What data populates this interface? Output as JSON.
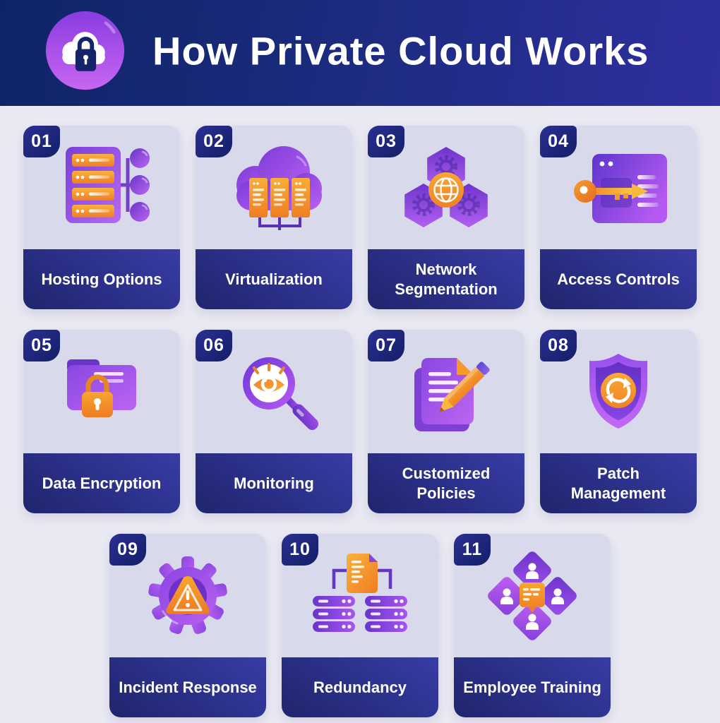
{
  "header": {
    "title": "How Private Cloud Works",
    "logo_icon": "cloud-lock-icon"
  },
  "cards": [
    {
      "number": "01",
      "label": "Hosting Options",
      "icon": "server-network-icon"
    },
    {
      "number": "02",
      "label": "Virtualization",
      "icon": "cloud-servers-icon"
    },
    {
      "number": "03",
      "label": "Network Segmentation",
      "icon": "hexagon-gears-globe-icon"
    },
    {
      "number": "04",
      "label": "Access Controls",
      "icon": "key-window-icon"
    },
    {
      "number": "05",
      "label": "Data Encryption",
      "icon": "folder-padlock-icon"
    },
    {
      "number": "06",
      "label": "Monitoring",
      "icon": "magnifier-eye-icon"
    },
    {
      "number": "07",
      "label": "Customized Policies",
      "icon": "documents-pencil-icon"
    },
    {
      "number": "08",
      "label": "Patch Management",
      "icon": "shield-refresh-icon"
    },
    {
      "number": "09",
      "label": "Incident Response",
      "icon": "gear-warning-icon"
    },
    {
      "number": "10",
      "label": "Redundancy",
      "icon": "file-server-stacks-icon"
    },
    {
      "number": "11",
      "label": "Employee Training",
      "icon": "people-chat-icon"
    }
  ],
  "colors": {
    "page_background": "#e9e9f3",
    "header_gradient_start": "#0f2468",
    "header_gradient_end": "#2f2fa0",
    "card_top_background": "#d9d9ec",
    "card_band_start": "#383ca6",
    "card_band_end": "#20266f",
    "badge_navy": "#141f66",
    "accent_purple_dark": "#7a3fd8",
    "accent_purple_light": "#b866f2",
    "accent_orange_light": "#f9ae38",
    "accent_orange_dark": "#ee7d24",
    "text_white": "#ffffff"
  }
}
